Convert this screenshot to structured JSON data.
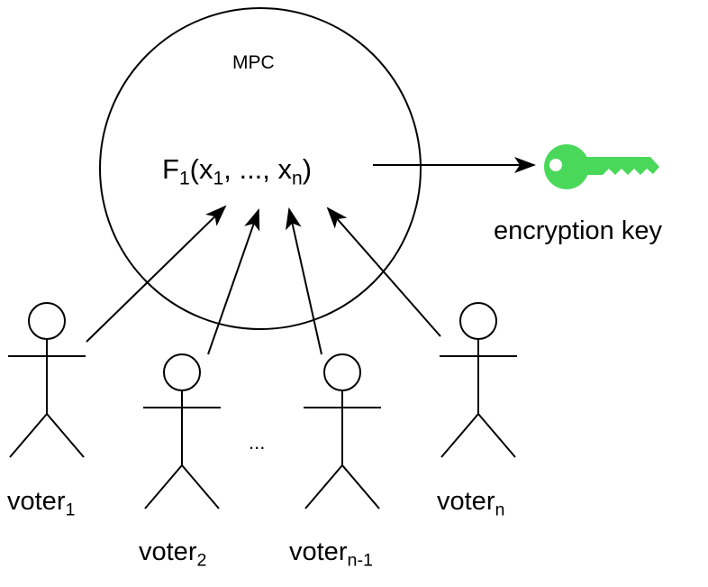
{
  "mpc": {
    "title": "MPC",
    "function": {
      "name": "F",
      "name_sub": "1",
      "open": "(x",
      "first_sub": "1",
      "middle": ", ..., x",
      "last_sub": "n",
      "close": ")"
    }
  },
  "key": {
    "label": "encryption key",
    "color": "#4ad85a",
    "icon": "key-icon"
  },
  "ellipsis": "...",
  "voters": [
    {
      "base": "voter",
      "sub": "1"
    },
    {
      "base": "voter",
      "sub": "2"
    },
    {
      "base": "voter",
      "sub": "n-1"
    },
    {
      "base": "voter",
      "sub": "n"
    }
  ],
  "colors": {
    "line": "#000000",
    "background": "#ffffff"
  }
}
